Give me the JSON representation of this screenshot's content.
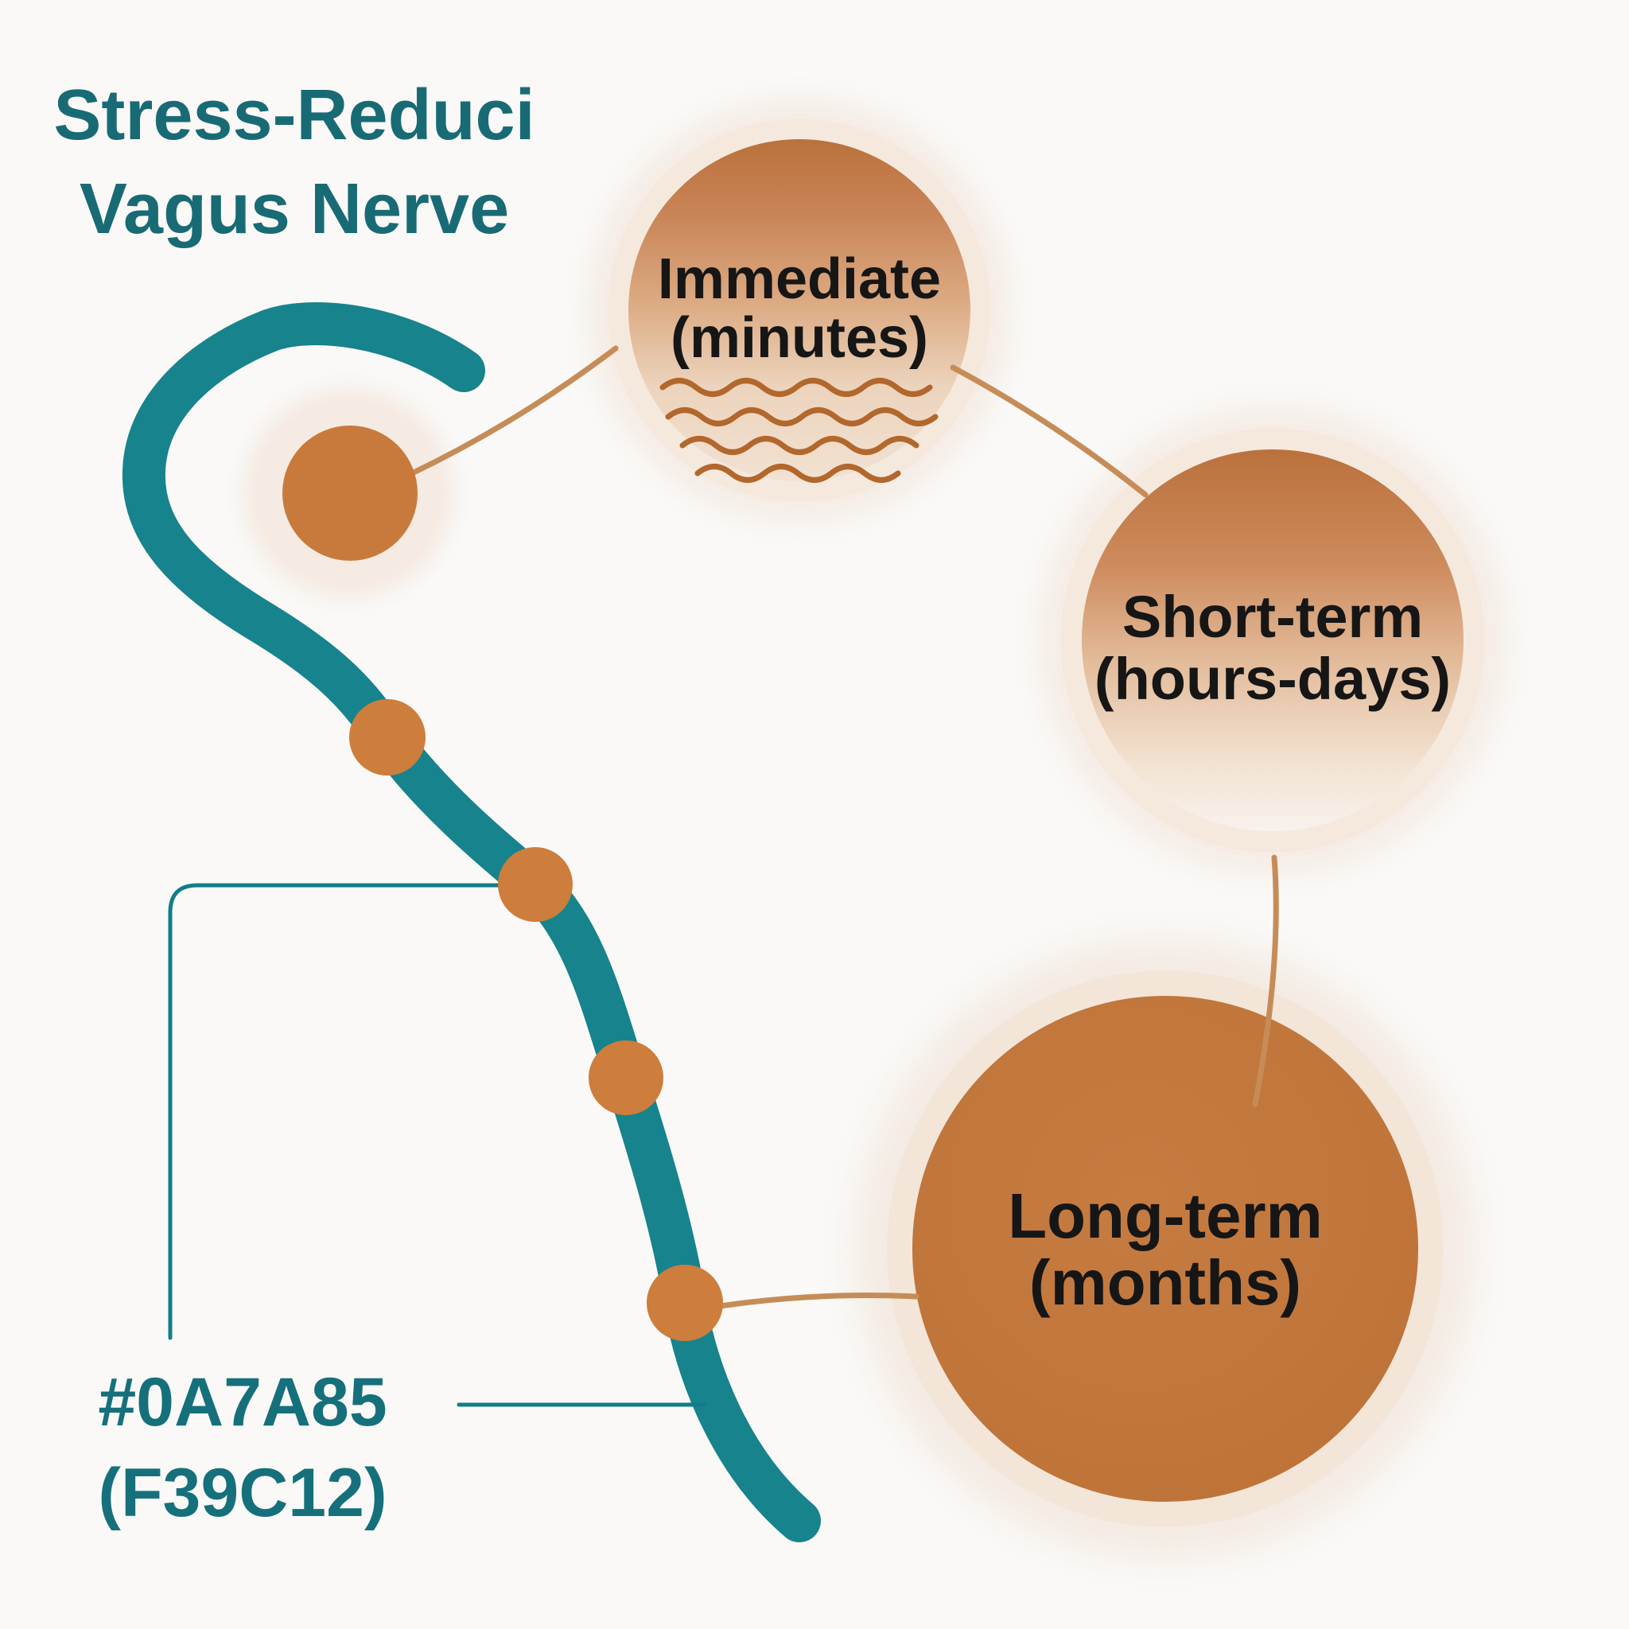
{
  "title": {
    "line1": "Stress-Reduci",
    "line2": "Vagus Nerve"
  },
  "stages": [
    {
      "id": "immediate",
      "label": "Immediate",
      "sublabel": "(minutes)",
      "icon": "waves-icon"
    },
    {
      "id": "short-term",
      "label": "Short-term",
      "sublabel": "(hours-days)"
    },
    {
      "id": "long-term",
      "label": "Long-term",
      "sublabel": "(months)"
    }
  ],
  "color_legend": {
    "teal_hex": "#0A7A85",
    "orange_hex": "(F39C12)"
  },
  "colors": {
    "teal_accent": "#0A7A85",
    "orange_accent": "#F39C12",
    "curve_teal": "#16838D",
    "leader_teal": "#0F7E88",
    "dot_orange": "#CD7D3C",
    "connector_orange": "#C68C58",
    "wave_orange": "#B2672C",
    "circle_fill_orange": "#C1763B",
    "ring_cream": "#F5E9DD",
    "title_teal": "#186B74",
    "label_black": "#161616",
    "background": "#FAF9F7"
  }
}
